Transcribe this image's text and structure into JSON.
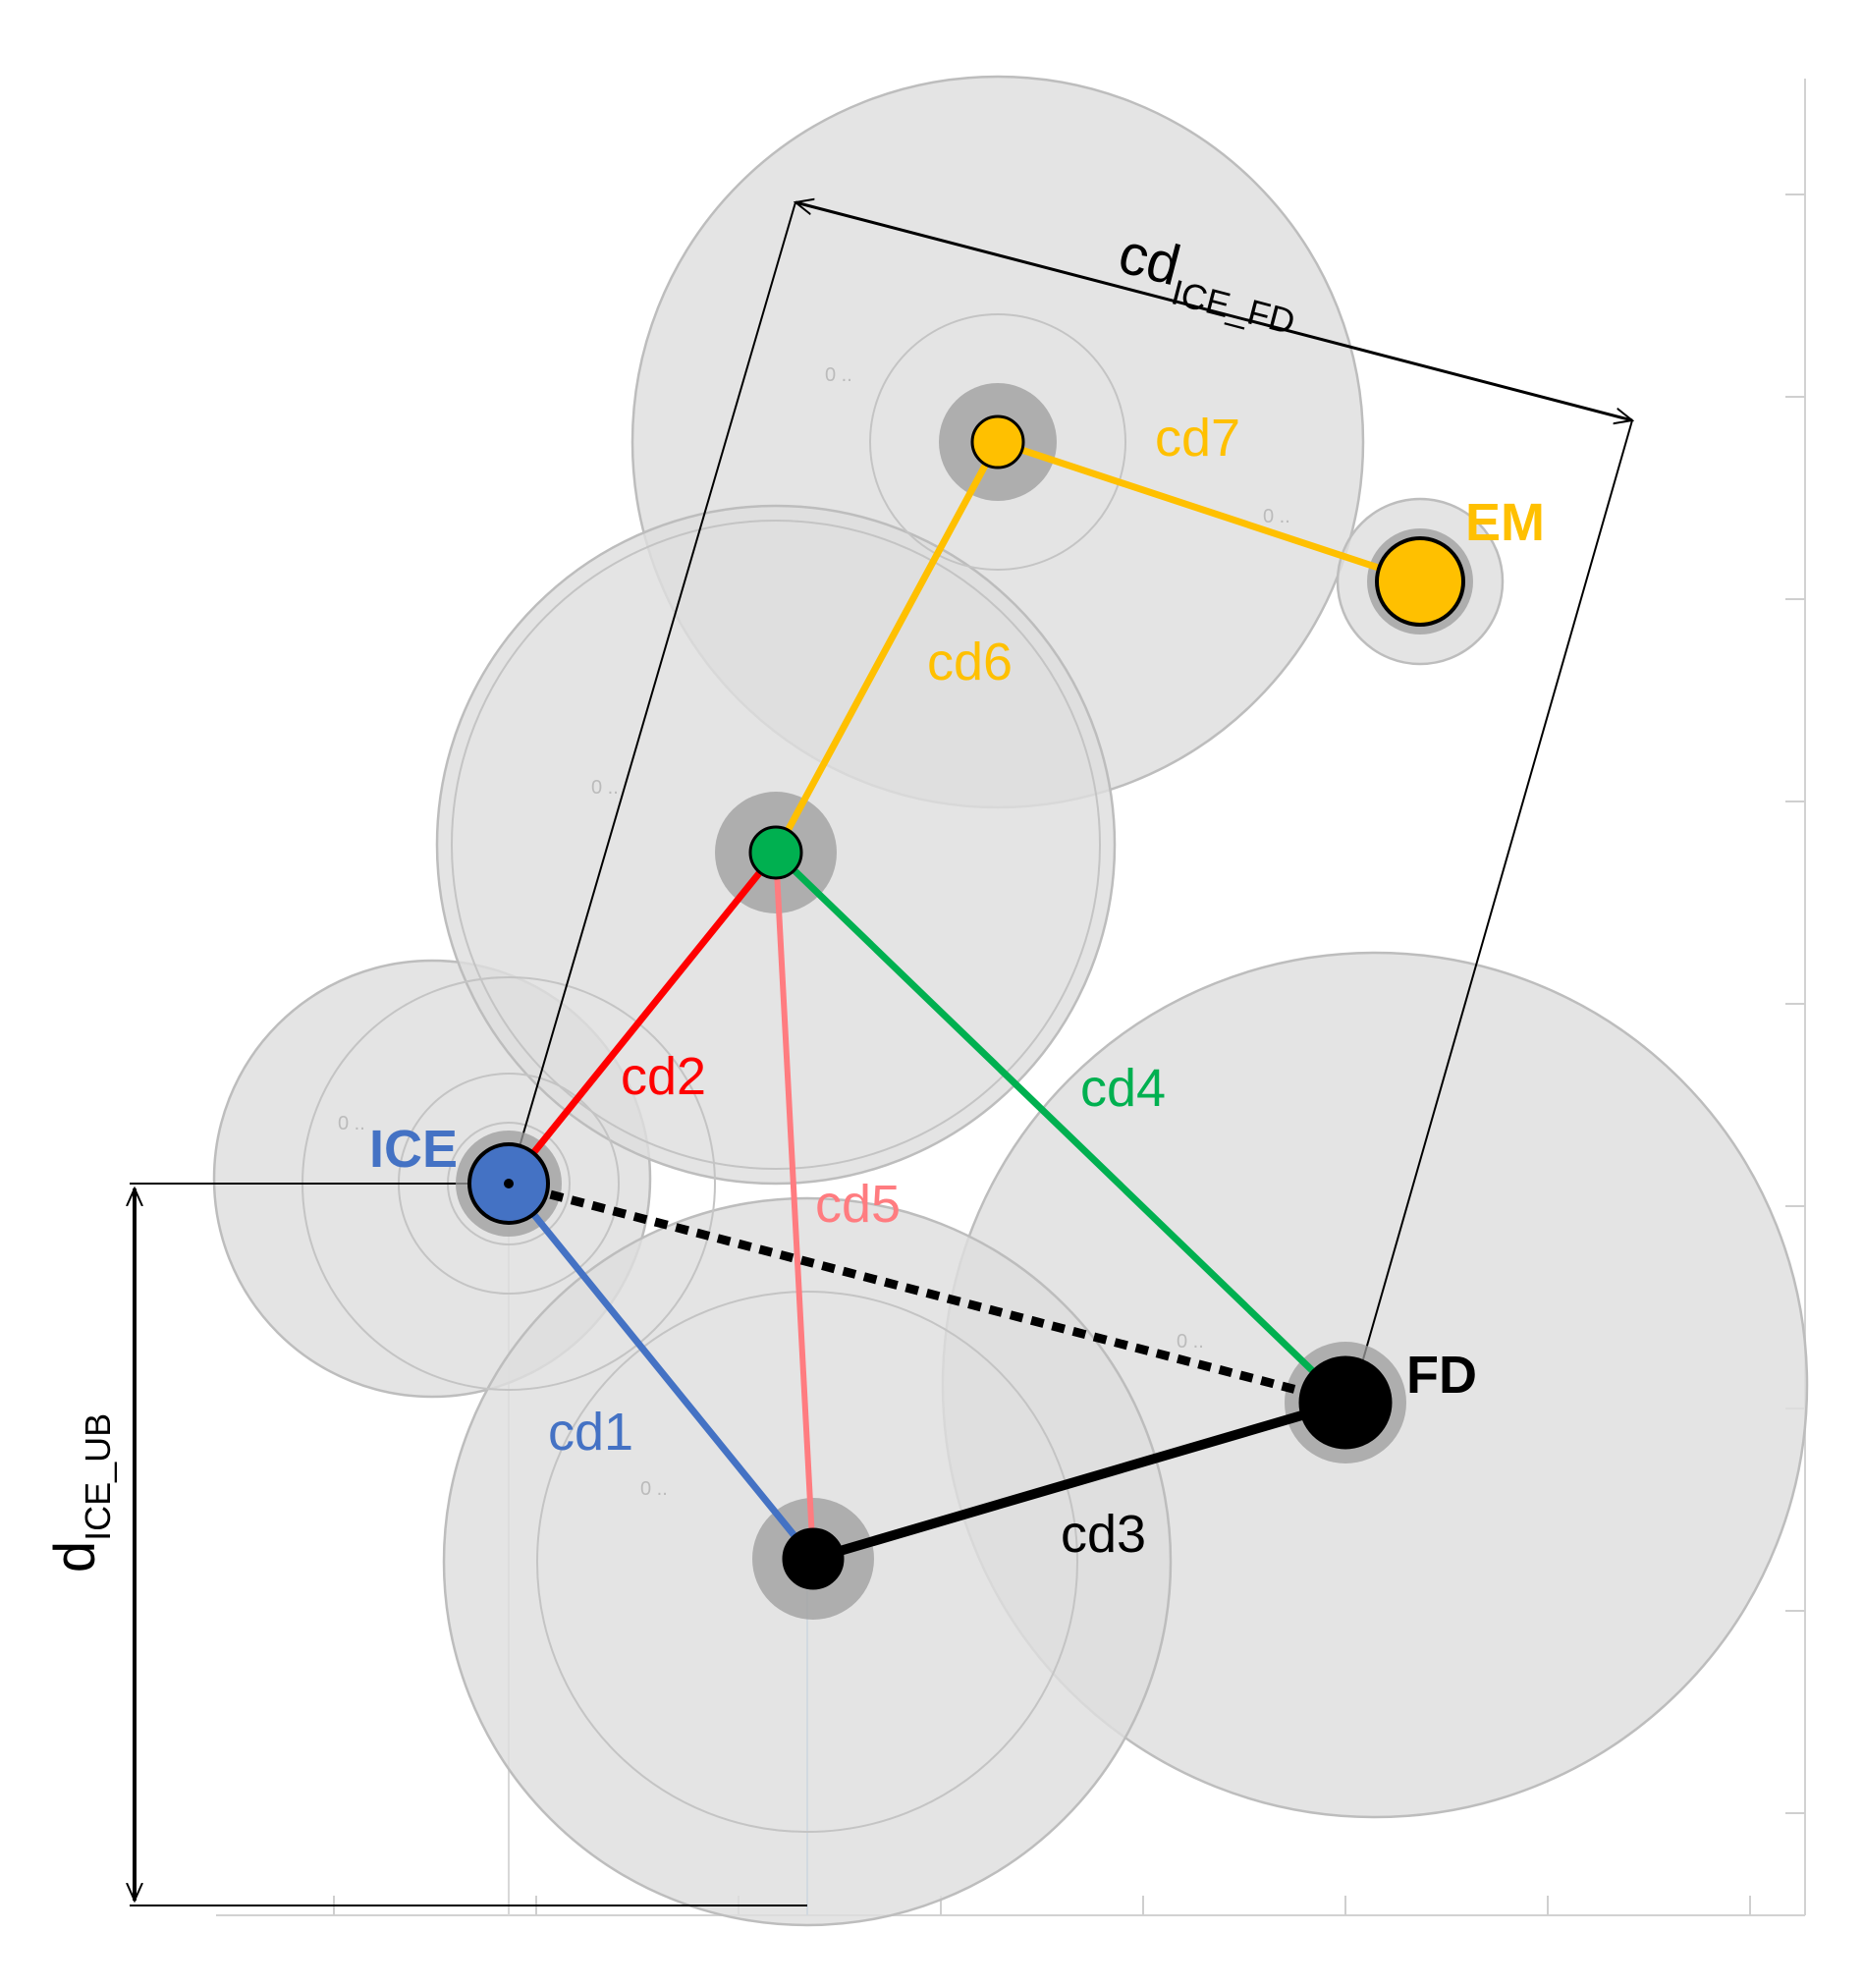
{
  "nodes": {
    "ice": {
      "label": "ICE",
      "color": "#4472c4"
    },
    "em": {
      "label": "EM",
      "color": "#ffc000"
    },
    "fd": {
      "label": "FD",
      "color": "#000000"
    },
    "ub": {
      "color": "#000000"
    },
    "mid": {
      "color": "#00b050"
    },
    "top": {
      "color": "#ffc000"
    }
  },
  "connections": [
    {
      "label": "cd1",
      "from": "ice",
      "to": "ub",
      "color": "#4472c4"
    },
    {
      "label": "cd2",
      "from": "ice",
      "to": "mid",
      "color": "#ff0000"
    },
    {
      "label": "cd3",
      "from": "ub",
      "to": "fd",
      "color": "#000000"
    },
    {
      "label": "cd4",
      "from": "mid",
      "to": "fd",
      "color": "#00b050"
    },
    {
      "label": "cd5",
      "from": "mid",
      "to": "ub",
      "color": "#ff7c80"
    },
    {
      "label": "cd6",
      "from": "mid",
      "to": "top",
      "color": "#ffc000"
    },
    {
      "label": "cd7",
      "from": "top",
      "to": "em",
      "color": "#ffc000"
    }
  ],
  "dimensions": {
    "ice_fd": {
      "main": "cd",
      "sub": "ICE_FD"
    },
    "ice_ub": {
      "main": "d",
      "sub": "ICE_UB"
    }
  },
  "direct_link": {
    "from": "ice",
    "to": "fd",
    "style": "dotted"
  }
}
